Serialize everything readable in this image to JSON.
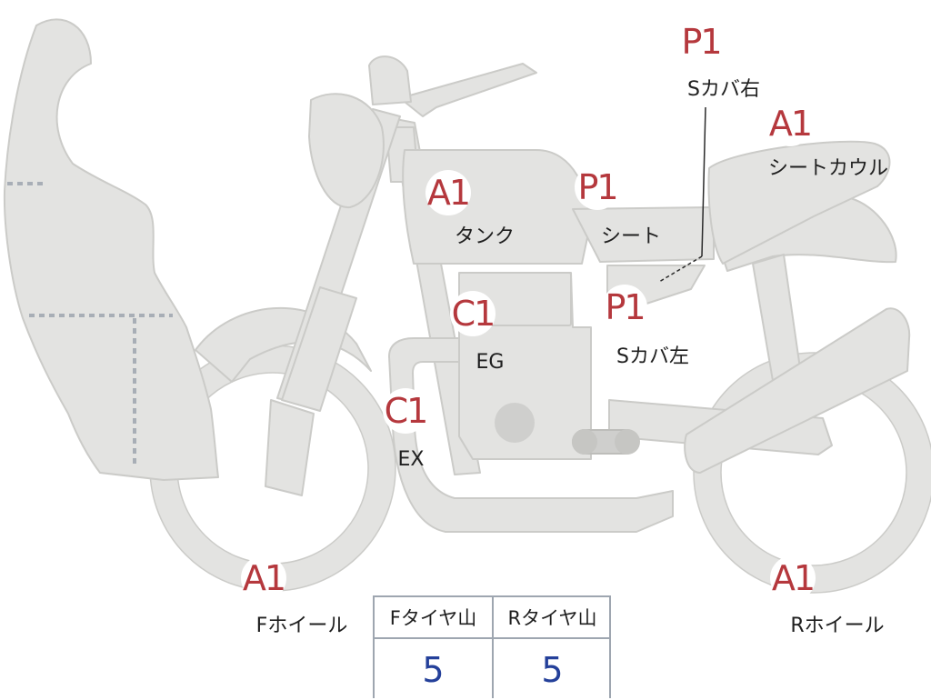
{
  "colors": {
    "body_fill": "#e3e3e1",
    "body_stroke": "#cbcbc8",
    "grade_text": "#b5383d",
    "tyre_value_text": "#24409a",
    "table_border": "#9ea6b0"
  },
  "labels": {
    "tank": {
      "grade": "A1",
      "name": "タンク"
    },
    "seat": {
      "grade": "P1",
      "name": "シート"
    },
    "side_cover_right": {
      "grade": "P1",
      "name": "Sカバ右"
    },
    "seat_cowl": {
      "grade": "A1",
      "name": "シートカウル"
    },
    "engine": {
      "grade": "C1",
      "name": "EG"
    },
    "side_cover_left": {
      "grade": "P1",
      "name": "Sカバ左"
    },
    "exhaust": {
      "grade": "C1",
      "name": "EX"
    },
    "front_wheel": {
      "grade": "A1",
      "name": "Fホイール"
    },
    "rear_wheel": {
      "grade": "A1",
      "name": "Rホイール"
    }
  },
  "tyre_table": {
    "front_header": "Fタイヤ山",
    "rear_header": "Rタイヤ山",
    "front_value": "5",
    "rear_value": "5"
  }
}
